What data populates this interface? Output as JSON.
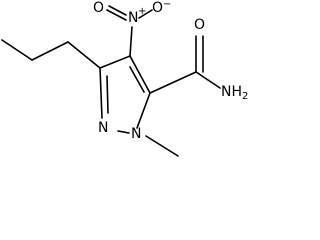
{
  "molecule": {
    "atoms": {
      "nitro_n": "N",
      "nitro_o_left": "O",
      "nitro_o_up": "O",
      "ring_n2": "N",
      "ring_n1": "N",
      "amide_o": "O",
      "amide_nh2": "NH2"
    },
    "charges": {
      "nitro_n": "+",
      "nitro_o_up": "−"
    }
  }
}
